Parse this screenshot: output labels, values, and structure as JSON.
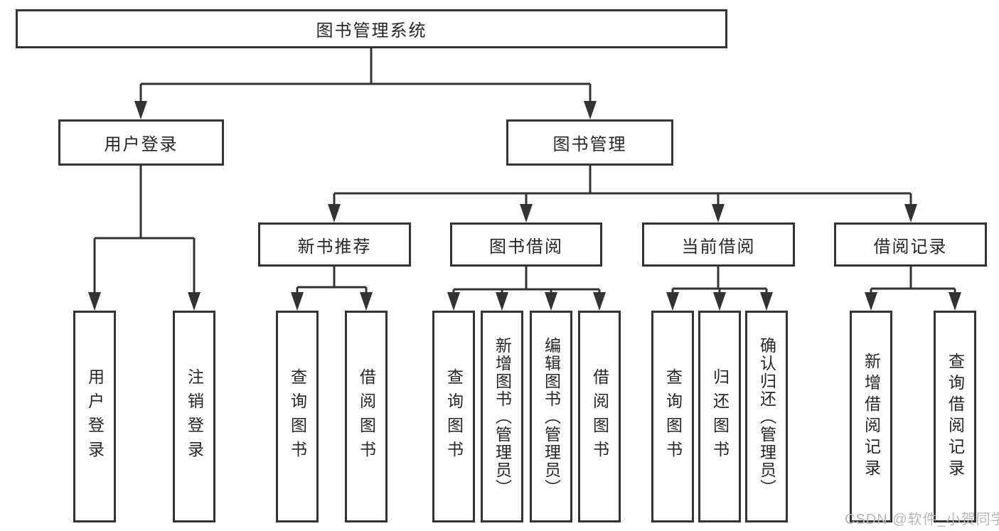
{
  "diagram": {
    "root": {
      "label": "图书管理系统"
    },
    "branches": [
      {
        "label": "用户登录",
        "children": [
          {
            "label": "用户登录"
          },
          {
            "label": "注销登录"
          }
        ]
      },
      {
        "label": "图书管理",
        "children": [
          {
            "label": "新书推荐",
            "children": [
              {
                "label": "查询图书"
              },
              {
                "label": "借阅图书"
              }
            ]
          },
          {
            "label": "图书借阅",
            "children": [
              {
                "label": "查询图书"
              },
              {
                "label": "新增图书（管理员）"
              },
              {
                "label": "编辑图书（管理员）"
              },
              {
                "label": "借阅图书"
              }
            ]
          },
          {
            "label": "当前借阅",
            "children": [
              {
                "label": "查询图书"
              },
              {
                "label": "归还图书"
              },
              {
                "label": "确认归还（管理员）"
              }
            ]
          },
          {
            "label": "借阅记录",
            "children": [
              {
                "label": "新增借阅记录"
              },
              {
                "label": "查询借阅记录"
              }
            ]
          }
        ]
      }
    ]
  },
  "watermark": {
    "text": "CSDN @软件_小贺同学"
  },
  "colors": {
    "line": "#333333",
    "text": "#262626",
    "background": "#ffffff",
    "watermark": "#b6b6ba"
  }
}
